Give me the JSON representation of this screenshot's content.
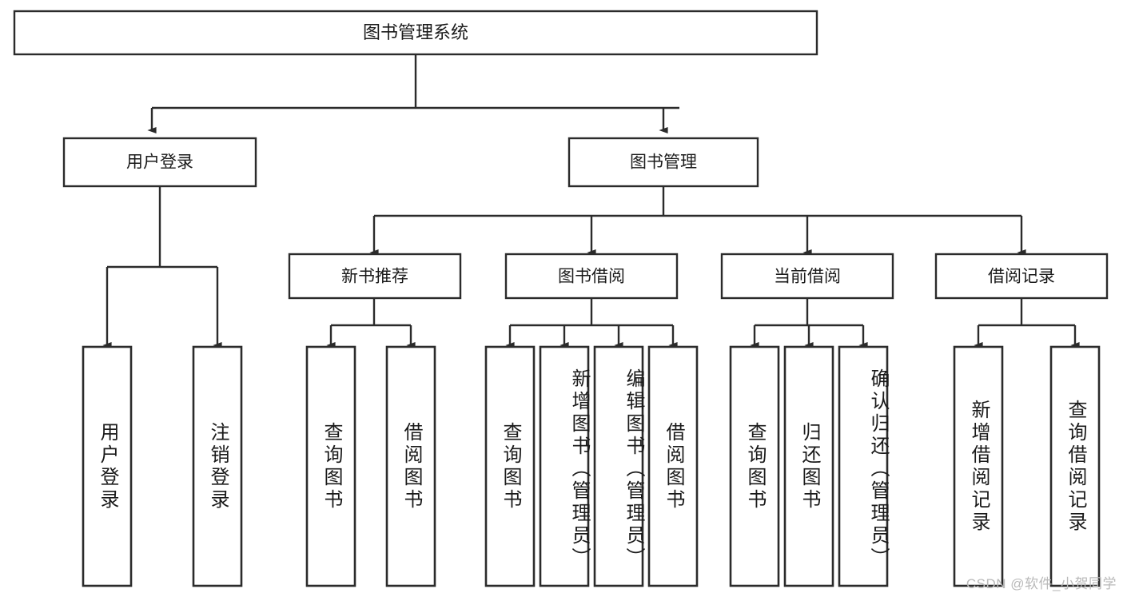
{
  "diagram": {
    "type": "tree",
    "title": "图书管理系统",
    "orientation": "top-down",
    "edge_style": "orthogonal-arrow",
    "colors": {
      "node_fill": "#ffffff",
      "node_stroke": "#2b2b2b",
      "text": "#1a1a1a",
      "watermark": "#b9b9b9",
      "background": "#ffffff"
    },
    "root": {
      "label": "图书管理系统"
    },
    "level2": [
      {
        "id": "user-login",
        "label": "用户登录"
      },
      {
        "id": "book-management",
        "label": "图书管理"
      }
    ],
    "level3": [
      {
        "id": "new-book-recommend",
        "label": "新书推荐",
        "parent": "book-management"
      },
      {
        "id": "book-borrow",
        "label": "图书借阅",
        "parent": "book-management"
      },
      {
        "id": "current-borrow",
        "label": "当前借阅",
        "parent": "book-management"
      },
      {
        "id": "borrow-record",
        "label": "借阅记录",
        "parent": "book-management"
      }
    ],
    "leaves": [
      {
        "id": "leaf-user-login",
        "label": "用户登录",
        "parent": "user-login",
        "align": "center"
      },
      {
        "id": "leaf-logout-login",
        "label": "注销登录",
        "parent": "user-login",
        "align": "center"
      },
      {
        "id": "leaf-query-book-1",
        "label": "查询图书",
        "parent": "new-book-recommend",
        "align": "center"
      },
      {
        "id": "leaf-borrow-book-1",
        "label": "借阅图书",
        "parent": "new-book-recommend",
        "align": "center"
      },
      {
        "id": "leaf-query-book-2",
        "label": "查询图书",
        "parent": "book-borrow",
        "align": "center"
      },
      {
        "id": "leaf-add-book-admin",
        "label": "新增图书（管理员）",
        "parent": "book-borrow",
        "align": "top"
      },
      {
        "id": "leaf-edit-book-admin",
        "label": "编辑图书（管理员）",
        "parent": "book-borrow",
        "align": "top"
      },
      {
        "id": "leaf-borrow-book-2",
        "label": "借阅图书",
        "parent": "book-borrow",
        "align": "center"
      },
      {
        "id": "leaf-query-book-3",
        "label": "查询图书",
        "parent": "current-borrow",
        "align": "center"
      },
      {
        "id": "leaf-return-book",
        "label": "归还图书",
        "parent": "current-borrow",
        "align": "center"
      },
      {
        "id": "leaf-confirm-return-admin",
        "label": "确认归还（管理员）",
        "parent": "current-borrow",
        "align": "top"
      },
      {
        "id": "leaf-add-borrow-record",
        "label": "新增借阅记录",
        "parent": "borrow-record",
        "align": "center"
      },
      {
        "id": "leaf-query-borrow-record",
        "label": "查询借阅记录",
        "parent": "borrow-record",
        "align": "center"
      }
    ]
  },
  "watermark": {
    "text": "CSDN @软件_小贺同学"
  }
}
